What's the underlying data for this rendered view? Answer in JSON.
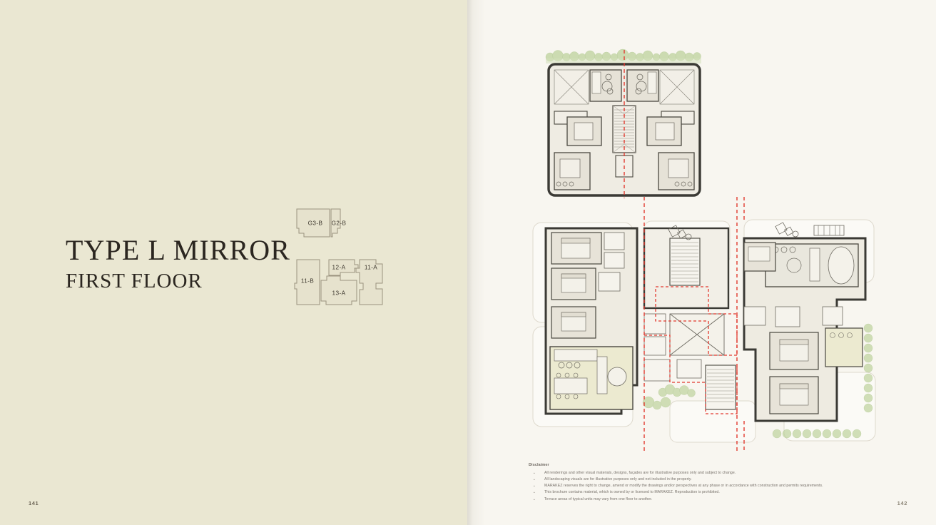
{
  "left_page": {
    "title_main": "TYPE L MIRROR",
    "title_sub": "FIRST FLOOR",
    "folio": "141",
    "keyplan": {
      "upper_units": [
        "G3-B",
        "G2-B"
      ],
      "lower_units": [
        "11-B",
        "12-A",
        "11-A",
        "13-A"
      ]
    }
  },
  "right_page": {
    "folio": "142",
    "disclaimer": {
      "title": "Disclaimer",
      "bullet": "•",
      "items": [
        "All renderings and other visual materials, designs, façades are for illustrative purposes only and subject to change.",
        "All landscaping visuals are for illustrative purposes only and not included in the property.",
        "MARAKEZ reserves the right to change, amend or modify the drawings and/or perspectives at any phase or in accordance with construction and permits requirements.",
        "This brochure contains material, which is owned by or licensed to MARAKEZ. Reproduction is prohibited.",
        "Terrace areas of typical units may vary from one floor to another."
      ]
    }
  },
  "colors": {
    "left_page_bg": "#eae7d2",
    "right_page_bg": "#f8f6f0",
    "ink": "#2b2620",
    "wall": "#3b3a35",
    "room_fill": "#e8e5dc",
    "section_line": "#e2392f",
    "greenery": "#b9cf96",
    "keyplan_stroke": "#9b937f"
  }
}
